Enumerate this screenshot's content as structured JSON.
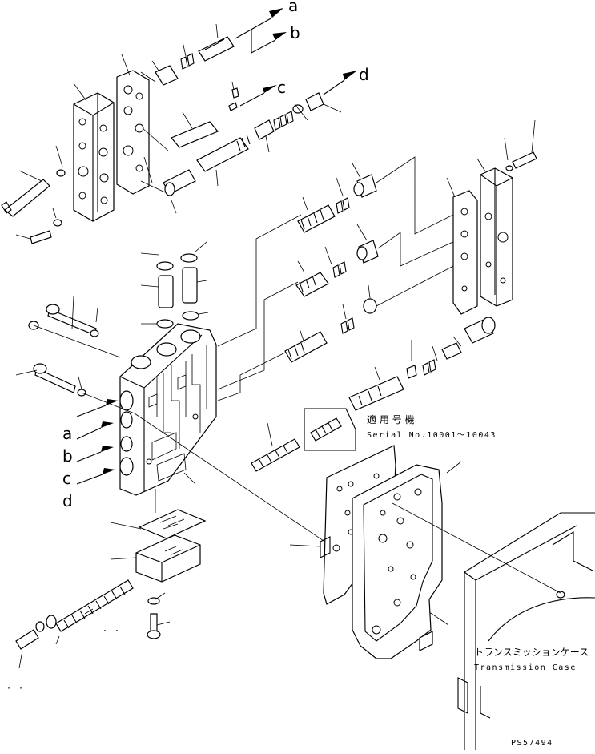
{
  "callouts": {
    "a_top": "a",
    "b_top": "b",
    "c_top": "c",
    "d_top": "d",
    "a_left": "a",
    "b_left": "b",
    "c_left": "c",
    "d_left": "d"
  },
  "serial_note": {
    "jp": "適 用 号 機",
    "en": "Serial No.10001〜10043"
  },
  "case_note": {
    "jp": "トランスミッションケース",
    "en": "Transmission Case"
  },
  "drawing_code": "PS57494"
}
